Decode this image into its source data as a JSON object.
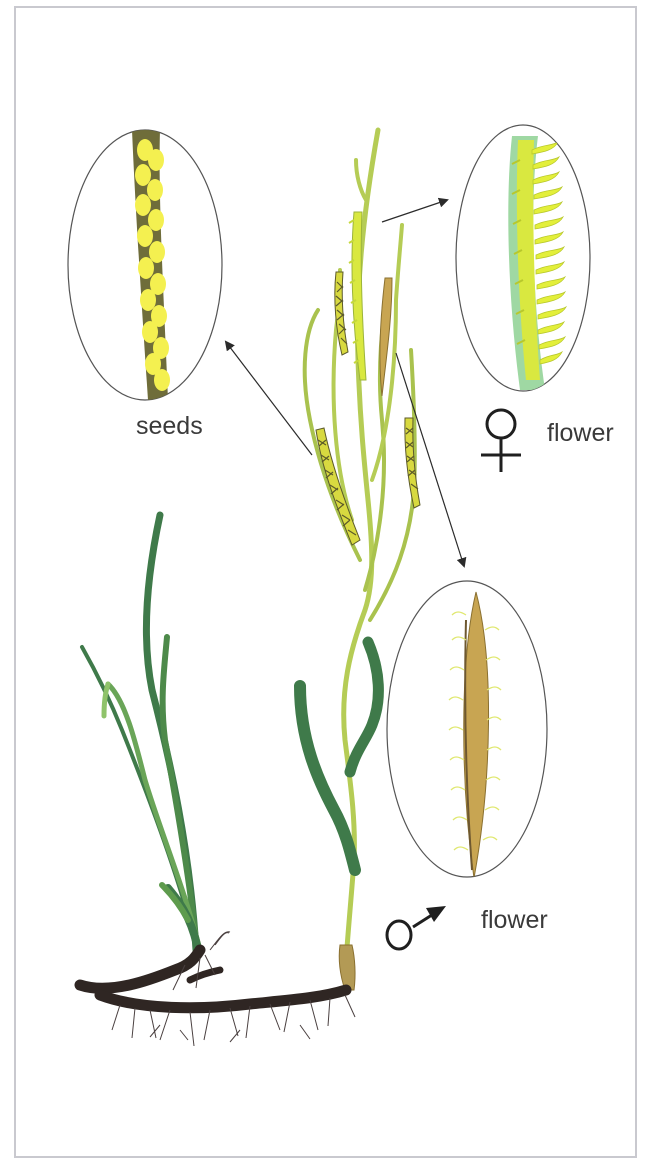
{
  "labels": {
    "seeds": "seeds",
    "female_flower": "flower",
    "male_flower": "flower"
  },
  "symbols": {
    "female": "female-symbol",
    "male": "male-symbol"
  },
  "colors": {
    "frame": "#c9c9cf",
    "light_leaf": "#b5cc55",
    "dark_leaf": "#3f7a4a",
    "mid_leaf": "#5e9b4d",
    "rhizome": "#2f2623",
    "seed_yellow": "#f4f050",
    "seed_bg": "#6f6d3a",
    "male_spadix": "#c8a552",
    "female_spadix": "#d9e840",
    "female_bg": "#9fd8a3"
  }
}
